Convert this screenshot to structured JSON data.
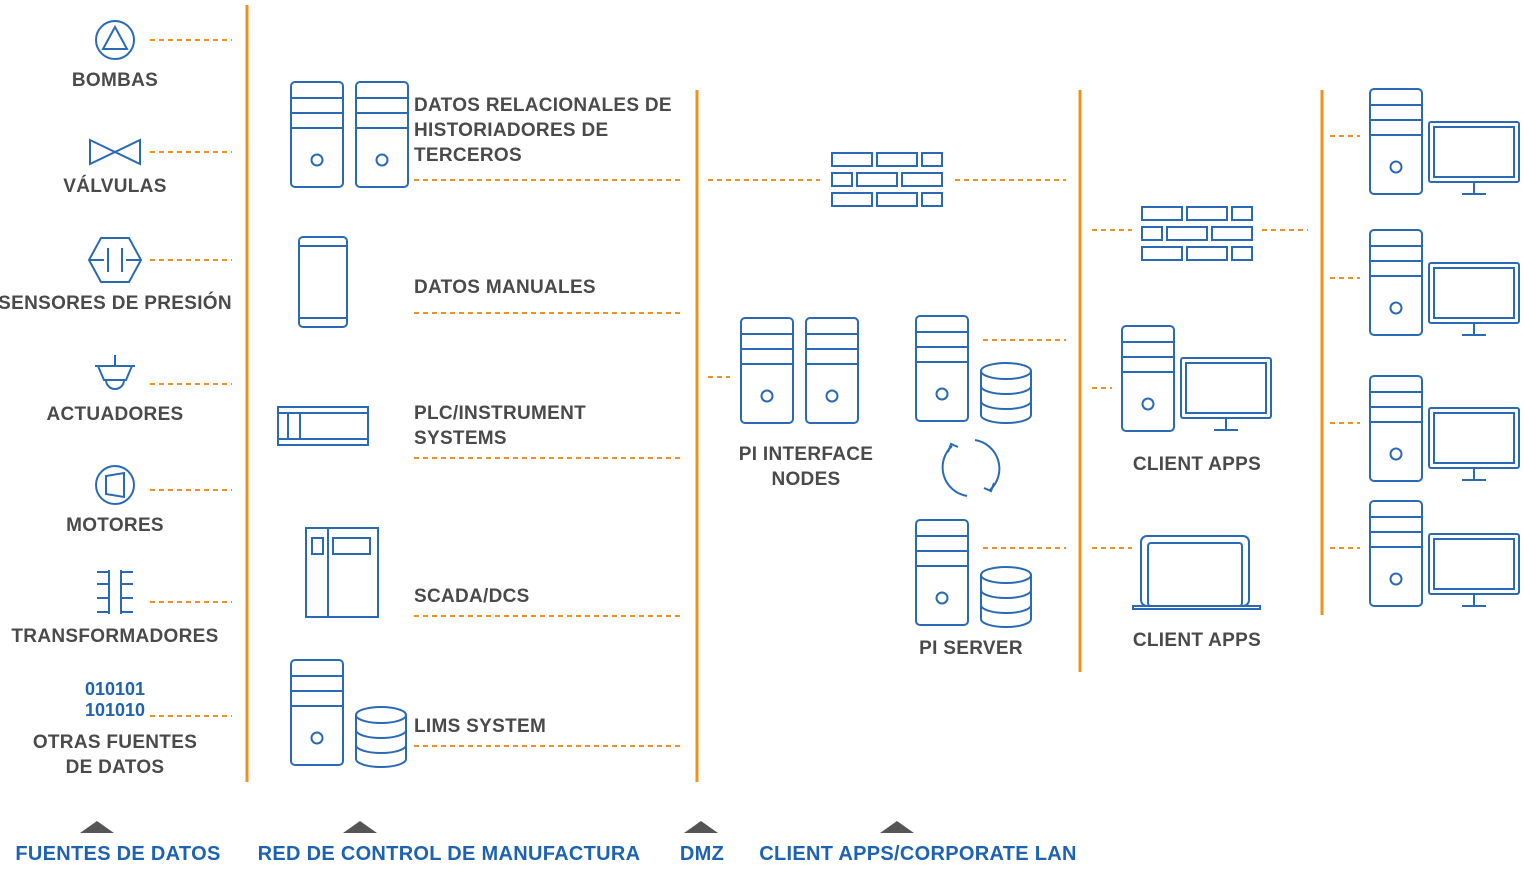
{
  "columns": {
    "sources": [
      {
        "label": "BOMBAS",
        "icon": "pump-icon"
      },
      {
        "label": "VÁLVULAS",
        "icon": "valve-icon"
      },
      {
        "label": "SENSORES DE PRESIÓN",
        "icon": "pressure-sensor-icon"
      },
      {
        "label": "ACTUADORES",
        "icon": "actuator-icon"
      },
      {
        "label": "MOTORES",
        "icon": "motor-icon"
      },
      {
        "label": "TRANSFORMADORES",
        "icon": "transformer-icon"
      },
      {
        "label": "OTRAS FUENTES DE DATOS",
        "lines": [
          "OTRAS FUENTES",
          "DE DATOS"
        ],
        "binary": [
          "010101",
          "101010"
        ],
        "icon": "binary-icon"
      }
    ],
    "control_network": [
      {
        "lines": [
          "DATOS RELACIONALES DE",
          "HISTORIADORES DE",
          "TERCEROS"
        ],
        "icon": "servers-icon"
      },
      {
        "lines": [
          "DATOS MANUALES"
        ],
        "icon": "tablet-icon"
      },
      {
        "lines": [
          "PLC/INSTRUMENT",
          "SYSTEMS"
        ],
        "icon": "plc-icon"
      },
      {
        "lines": [
          "SCADA/DCS"
        ],
        "icon": "scada-cabinet-icon"
      },
      {
        "lines": [
          "LIMS SYSTEM"
        ],
        "icon": "server-database-icon"
      }
    ],
    "dmz": {
      "interface_nodes": [
        "PI INTERFACE",
        "NODES"
      ],
      "pi_server": "PI SERVER"
    },
    "corporate": {
      "client_apps_desktop": "CLIENT APPS",
      "client_apps_laptop": "CLIENT APPS"
    }
  },
  "footer": {
    "sections": [
      "FUENTES DE DATOS",
      "RED DE CONTROL DE MANUFACTURA",
      "DMZ",
      "CLIENT APPS/CORPORATE LAN"
    ]
  },
  "colors": {
    "icon_blue": "#2a6ab5",
    "footer_blue": "#1d63b2",
    "line_orange": "#f0901e",
    "text_gray": "#4a4a4a"
  }
}
